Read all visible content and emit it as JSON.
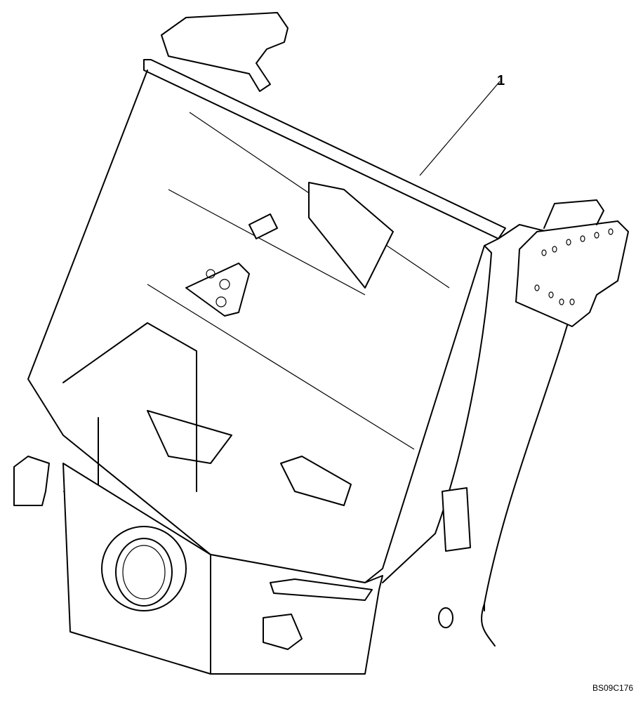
{
  "diagram": {
    "type": "exploded-parts-drawing",
    "subject": "Loader rear chassis frame (isometric line drawing)",
    "callouts": [
      {
        "number": "1",
        "target": "frame assembly"
      }
    ],
    "drawing_code": "BS09C176"
  }
}
